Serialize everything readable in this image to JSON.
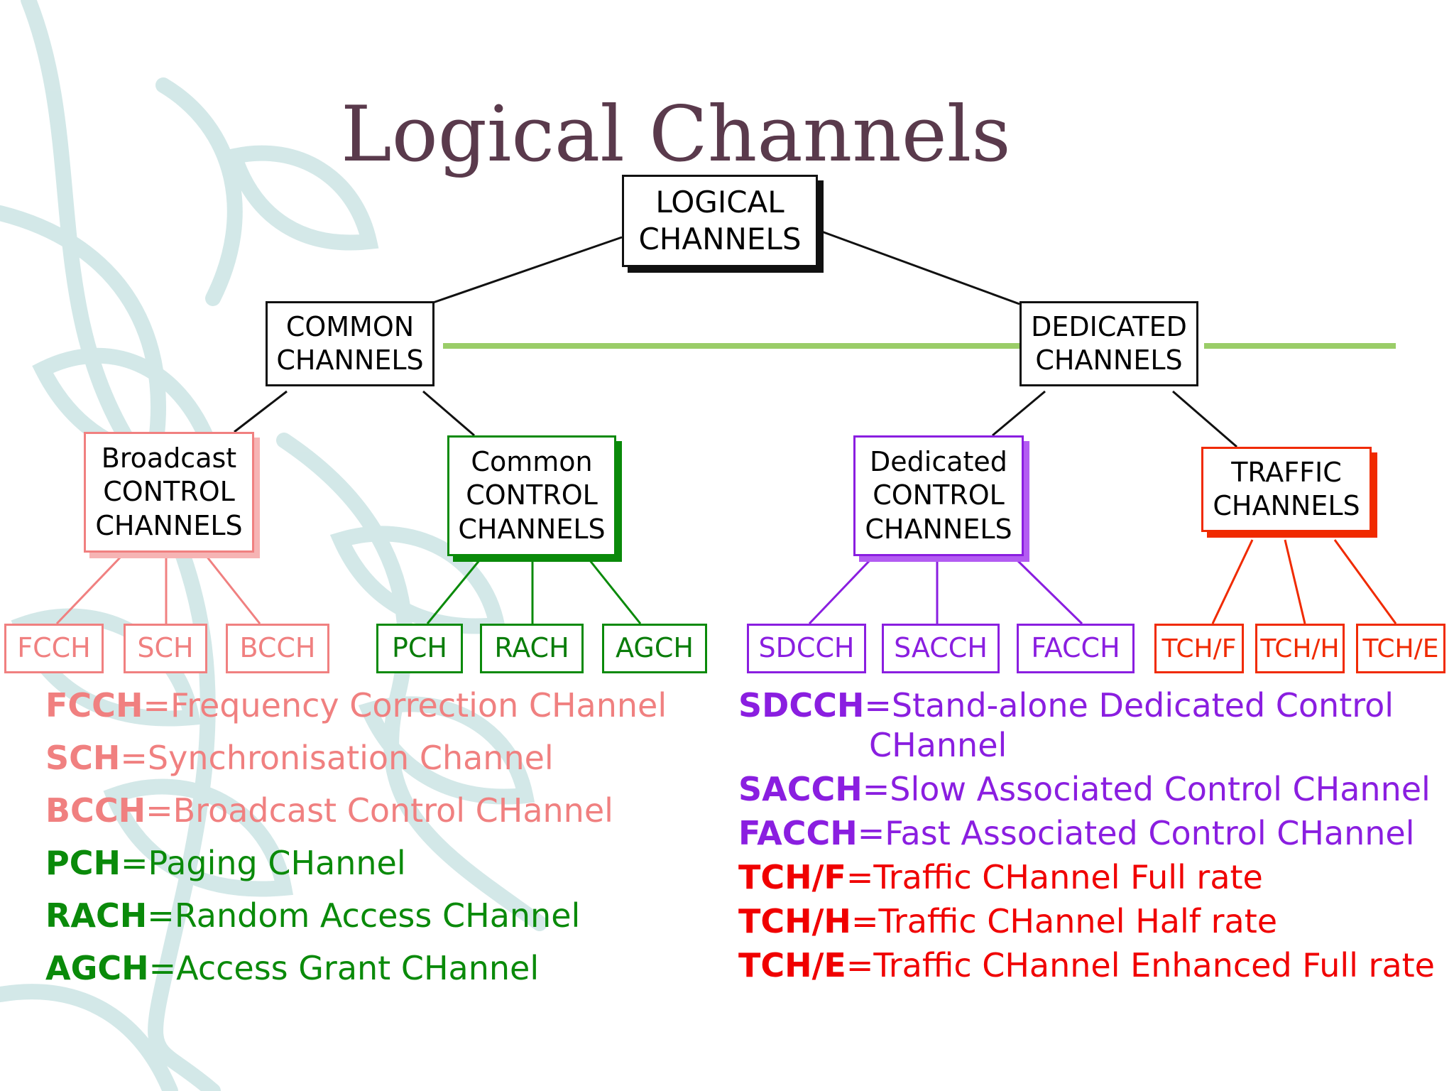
{
  "title": "Logical Channels",
  "colors": {
    "title": "#5a3a4c",
    "black": "#111111",
    "pink": "#f08080",
    "green": "#0a8a0a",
    "purple": "#8a1ee0",
    "red": "#f02a00",
    "accent_line": "#9acd68",
    "decoration": "#cfe6e6"
  },
  "nodes": {
    "root": {
      "line1": "LOGICAL",
      "line2": "CHANNELS"
    },
    "common": {
      "line1": "COMMON",
      "line2": "CHANNELS"
    },
    "dedicated": {
      "line1": "DEDICATED",
      "line2": "CHANNELS"
    },
    "bcch_group": {
      "line1": "Broadcast",
      "line2": "CONTROL",
      "line3": "CHANNELS"
    },
    "ccch_group": {
      "line1": "Common",
      "line2": "CONTROL",
      "line3": "CHANNELS"
    },
    "dcch_group": {
      "line1": "Dedicated",
      "line2": "CONTROL",
      "line3": "CHANNELS"
    },
    "traffic_group": {
      "line1": "TRAFFIC",
      "line2": "CHANNELS"
    }
  },
  "leaves": {
    "fcch": "FCCH",
    "sch": "SCH",
    "bcch": "BCCH",
    "pch": "PCH",
    "rach": "RACH",
    "agch": "AGCH",
    "sdcch": "SDCCH",
    "sacch": "SACCH",
    "facch": "FACCH",
    "tchf": "TCH/F",
    "tchh": "TCH/H",
    "tche": "TCH/E"
  },
  "legend_left": [
    {
      "abbr": "FCCH",
      "def": "=Frequency Correction CHannel"
    },
    {
      "abbr": "SCH",
      "def": "=Synchronisation Channel"
    },
    {
      "abbr": "BCCH",
      "def": "=Broadcast Control CHannel"
    },
    {
      "abbr": "PCH",
      "def": "=Paging CHannel"
    },
    {
      "abbr": "RACH",
      "def": "=Random Access CHannel"
    },
    {
      "abbr": "AGCH",
      "def": "=Access Grant CHannel"
    }
  ],
  "legend_right": [
    {
      "abbr": "SDCCH",
      "def": "=Stand-alone Dedicated Control",
      "def_cont": "CHannel"
    },
    {
      "abbr": "SACCH",
      "def": "=Slow Associated Control CHannel"
    },
    {
      "abbr": "FACCH",
      "def": "=Fast Associated Control CHannel"
    },
    {
      "abbr": "TCH/F",
      "def": "=Traffic CHannel Full rate"
    },
    {
      "abbr": "TCH/H",
      "def": "=Traffic CHannel Half rate"
    },
    {
      "abbr": "TCH/E",
      "def": "=Traffic CHannel Enhanced Full rate"
    }
  ]
}
